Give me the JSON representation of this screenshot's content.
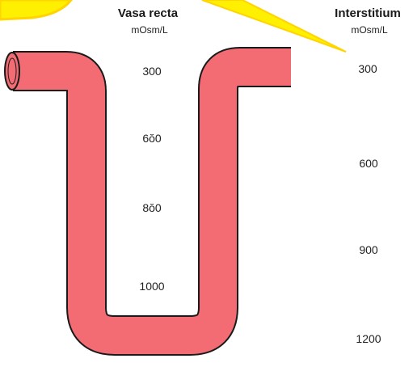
{
  "colors": {
    "tube_fill": "#f36c74",
    "tube_outline": "#1a1a1a",
    "callout_fill": "#ffef00",
    "callout_outline": "#ffd400"
  },
  "vasa_recta": {
    "title": "Vasa recta",
    "unit": "mOsm/L",
    "values": [
      "300",
      "6ŏ0",
      "8ŏ0",
      "1000"
    ]
  },
  "interstitium": {
    "title": "Interstitium",
    "unit": "mOsm/L",
    "values": [
      "300",
      "600",
      "900",
      "1200"
    ]
  }
}
